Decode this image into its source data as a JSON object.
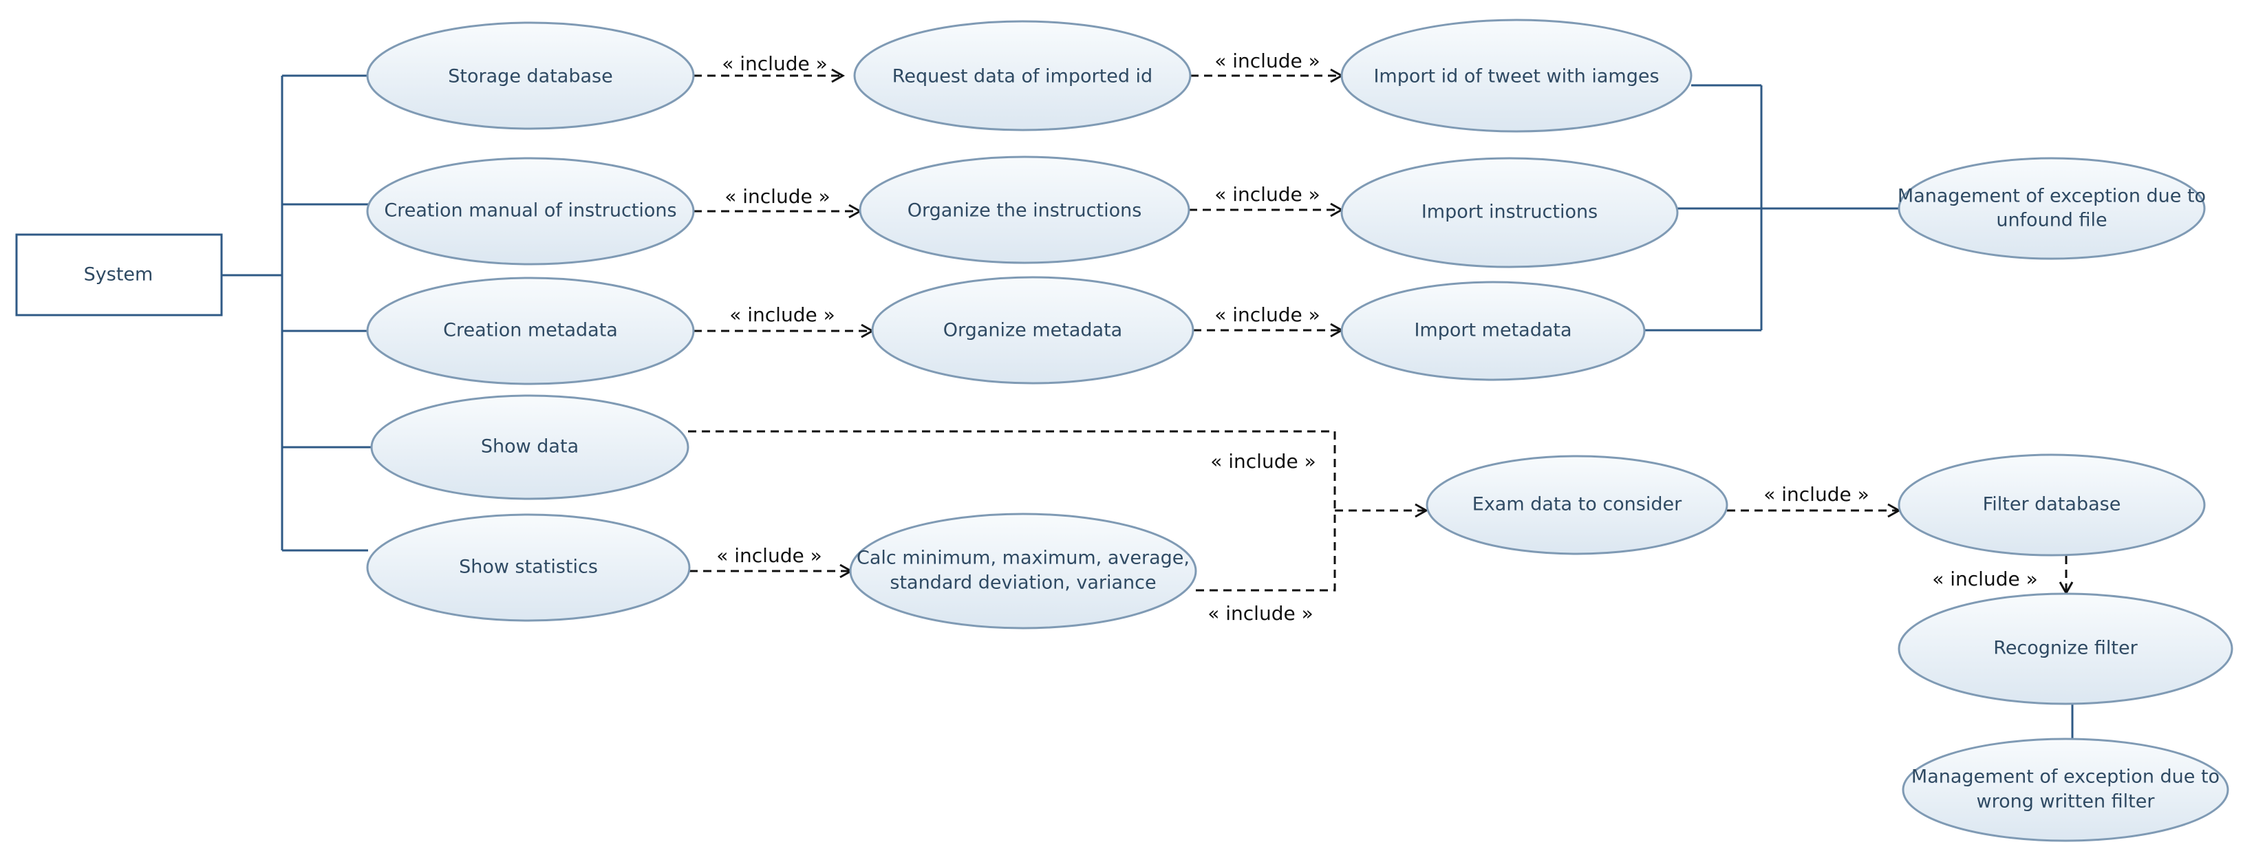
{
  "diagram": {
    "actor": {
      "label": "System"
    },
    "use_cases": {
      "storage_database": "Storage database",
      "request_data": "Request data of imported id",
      "import_tweet_ids": "Import id of tweet with iamges",
      "creation_manual": "Creation manual of instructions",
      "organize_instructions": "Organize the instructions",
      "import_instructions": "Import instructions",
      "creation_metadata": "Creation metadata",
      "organize_metadata": "Organize metadata",
      "import_metadata": "Import metadata",
      "show_data": "Show data",
      "show_statistics": "Show statistics",
      "calc_line1": "Calc minimum, maximum, average,",
      "calc_line2": "standard deviation, variance",
      "exam_data": "Exam data to consider",
      "filter_database": "Filter database",
      "recognize_filter": "Recognize filter",
      "mgmt_unfound_line1": "Management of exception due to",
      "mgmt_unfound_line2": "unfound file",
      "mgmt_wrong_line1": "Management of exception due to",
      "mgmt_wrong_line2": "wrong written filter"
    },
    "relations": {
      "include_1": "« include »",
      "include_2": "« include »",
      "include_3": "« include »",
      "include_4": "« include »",
      "include_5": "« include »",
      "include_6": "« include »",
      "include_7": "« include »",
      "include_8": "« include »",
      "include_9": "« include »",
      "include_10": "« include »",
      "include_11": "« include »"
    }
  }
}
